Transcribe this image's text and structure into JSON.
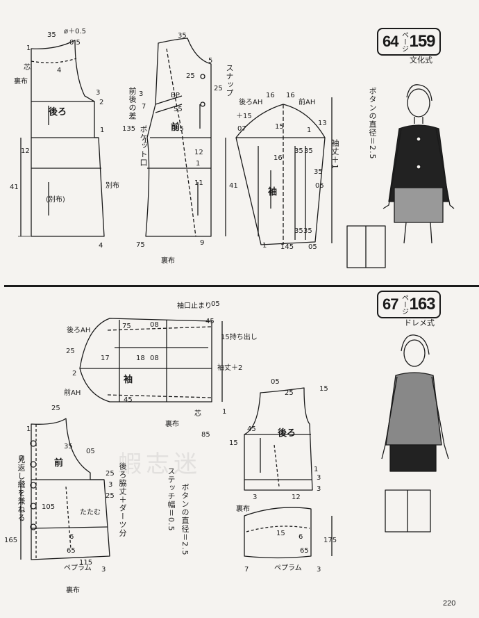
{
  "section1": {
    "badge_page": "64",
    "badge_unit": "ページ",
    "badge_ref": "159",
    "style": "文化式",
    "button_note": "ボタンの直径＝2.5",
    "labels": {
      "back": "後ろ",
      "front": "前",
      "sleeve": "袖",
      "snap": "スナップ",
      "bp": "BP",
      "front_back_diff": "前後の差",
      "pocket": "ポケット口",
      "lining": "裏布",
      "core": "芯",
      "separate": "別布",
      "separate_paren": "(別布)",
      "back_ah": "後ろAH",
      "front_ah": "前AH",
      "sleeve_len": "袖丈＋1"
    },
    "measurements": [
      "35",
      "ø＋0.5",
      "0.5",
      "1",
      "4",
      "3",
      "2",
      "1",
      "12",
      "41",
      "4",
      "35",
      "25",
      "5",
      "25",
      "55",
      "85",
      "135",
      "3",
      "7",
      "1",
      "12",
      "1",
      "11",
      "41",
      "75",
      "9",
      "16",
      "16",
      "＋15",
      "07",
      "15",
      "13",
      "16",
      "1",
      "35",
      "35",
      "35",
      "05",
      "35",
      "35",
      "145",
      "05",
      "1"
    ]
  },
  "section2": {
    "badge_page": "67",
    "badge_unit": "ページ",
    "badge_ref": "163",
    "style": "ドレメ式",
    "button_note": "ボタンの直径＝2.5",
    "stitch_note": "ステッチ幅＝0.5",
    "labels": {
      "back": "後ろ",
      "front": "前",
      "sleeve": "袖",
      "cuff_finish": "袖口止まり",
      "ease": "15持ち出し",
      "sleeve_len": "袖丈＋2",
      "back_ah": "後ろAH",
      "front_ah": "前AH",
      "lining": "裏布",
      "core": "芯",
      "peplum": "ペプラム",
      "tuck": "たたむ",
      "side_tuck": "後ろ脇丈＋ダーツ分",
      "facing_note": "見返し縫を兼ねる"
    },
    "measurements": [
      "05",
      "45",
      "75",
      "08",
      "08",
      "17",
      "18",
      "2",
      "45",
      "25",
      "1",
      "85",
      "25",
      "35",
      "05",
      "25",
      "3",
      "25",
      "105",
      "6",
      "65",
      "3",
      "115",
      "165",
      "1",
      "2",
      "25",
      "05",
      "15",
      "45",
      "15",
      "1",
      "3",
      "3",
      "3",
      "12",
      "15",
      "6",
      "65",
      "175",
      "7",
      "3"
    ]
  },
  "watermark": "蝦志迷",
  "page_number": "220"
}
